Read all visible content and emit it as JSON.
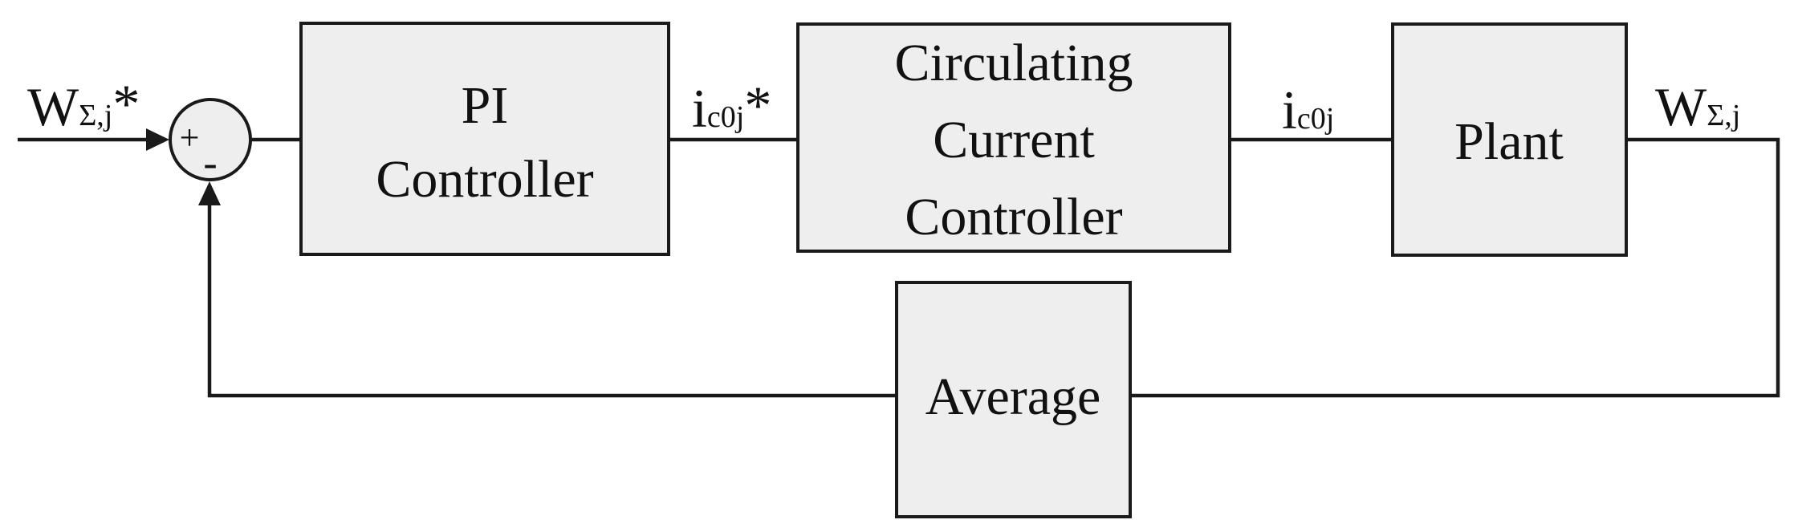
{
  "diagram": {
    "blocks": {
      "pi": {
        "lines": [
          "PI",
          "Controller"
        ]
      },
      "ccc": {
        "lines": [
          "Circulating",
          "Current",
          "Controller"
        ]
      },
      "plant": {
        "lines": [
          "Plant"
        ]
      },
      "average": {
        "lines": [
          "Average"
        ]
      }
    },
    "summing_junction": {
      "plus": "+",
      "minus": "-"
    },
    "signals": {
      "w_ref": {
        "main": "W",
        "sub": "Σ,j",
        "sup": "*"
      },
      "ic_ref": {
        "main": "i",
        "sub": "c0j",
        "sup": "*"
      },
      "ic": {
        "main": "i",
        "sub": "c0j"
      },
      "w_out": {
        "main": "W",
        "sub": "Σ,j"
      }
    },
    "colors": {
      "block_fill": "#eeeeee",
      "stroke": "#1a1a1a"
    }
  }
}
